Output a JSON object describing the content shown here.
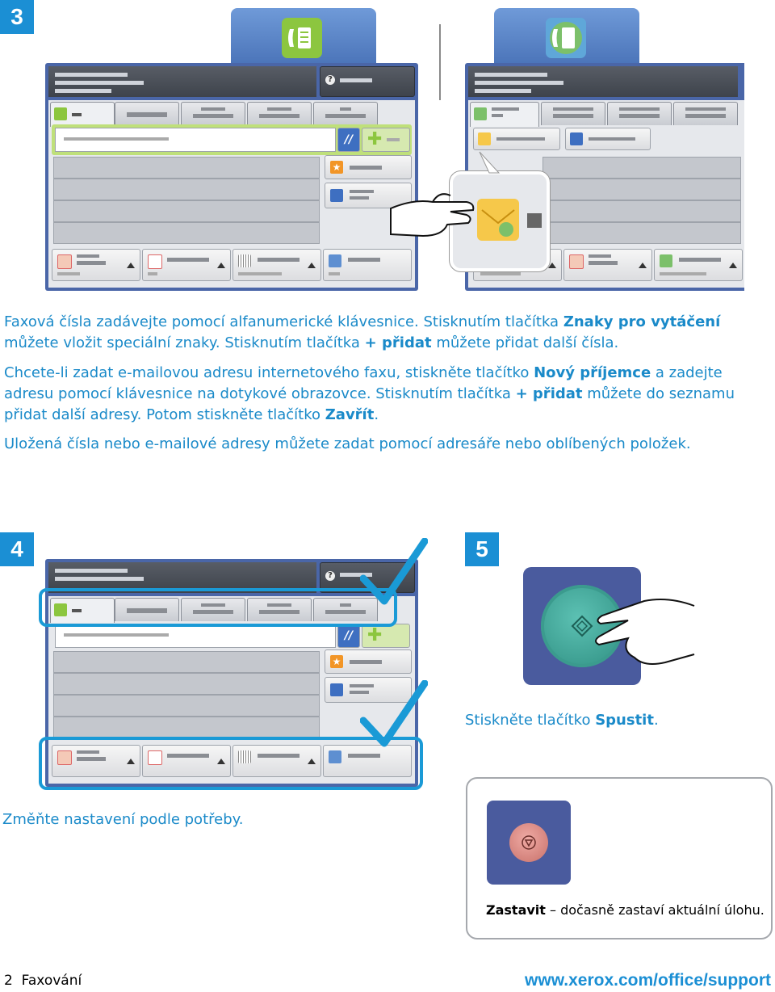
{
  "step3": {
    "badge": "3",
    "para1": {
      "t1": "Faxová čísla zadávejte pomocí alfanumerické klávesnice. Stisknutím tlačítka ",
      "b1": "Znaky pro vytáčení",
      "t2": " můžete vložit speciální znaky. Stisknutím tlačítka ",
      "b2": "+ přidat",
      "t3": " můžete přidat další čísla."
    },
    "para2": {
      "t1": "Chcete-li zadat e-mailovou adresu internetového faxu, stiskněte tlačítko ",
      "b1": "Nový příjemce",
      "t2": " a zadejte adresu pomocí klávesnice na dotykové obrazovce. Stisknutím tlačítka ",
      "b2": "+ přidat",
      "t3": " můžete do seznamu přidat další adresy. Potom stiskněte tlačítko ",
      "b3": "Zavřít",
      "t4": "."
    },
    "para3": "Uložená čísla nebo e-mailové adresy můžete zadat pomocí adresáře nebo oblíbených položek."
  },
  "step4": {
    "badge": "4",
    "caption": "Změňte nastavení podle potřeby."
  },
  "step5": {
    "badge": "5",
    "caption_pre": "Stiskněte tlačítko ",
    "caption_bold": "Spustit",
    "caption_post": "."
  },
  "stop_box": {
    "bold": "Zastavit",
    "text": " – dočasně zastaví aktuální úlohu."
  },
  "footer": {
    "page_number": "2",
    "section": "Faxování",
    "url": "www.xerox.com/office/support"
  },
  "icons": {
    "fax": "fax-icon",
    "internet_fax": "internet-fax-icon",
    "help": "help-icon",
    "favorites": "star-icon",
    "address_book": "address-book-icon",
    "dial_chars": "dialing-characters-icon",
    "add": "plus-icon",
    "new_recipient": "envelope-icon",
    "start": "start-diamond-icon",
    "stop": "stop-icon",
    "hand": "pointing-hand-icon",
    "check": "checkmark-icon"
  },
  "colors": {
    "accent": "#1b8fd4",
    "text_blue": "#1a8ac9",
    "screen_frame": "#4a66a8",
    "start_button": "#3fa89a",
    "stop_button": "#d98a85",
    "check_blue": "#1a9ad6",
    "fax_green": "#8cc63f"
  }
}
